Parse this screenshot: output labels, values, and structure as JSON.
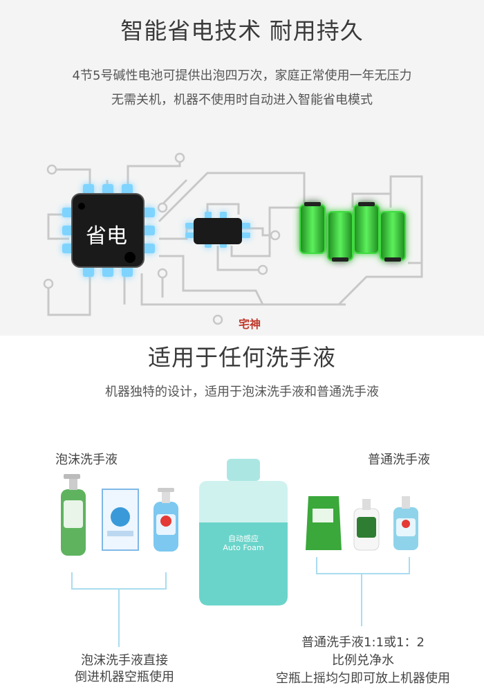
{
  "section1": {
    "title": "智能省电技术  耐用持久",
    "desc_line1": "4节5号碱性电池可提供出泡四万次，家庭正常使用一年无压力",
    "desc_line2": "无需关机，机器不使用时自动进入智能省电模式",
    "chip_label": "省电",
    "logo_text": "宅神"
  },
  "section2": {
    "title": "适用于任何洗手液",
    "desc": "机器独特的设计，适用于泡沫洗手液和普通洗手液",
    "foam_heading": "泡沫洗手液",
    "regular_heading": "普通洗手液",
    "bottle_text_1": "自动感应",
    "bottle_text_2": "Auto Foam",
    "foam_note_line1": "泡沫洗手液直接",
    "foam_note_line2": "倒进机器空瓶使用",
    "regular_note_line1": "普通洗手液1:1或1：2",
    "regular_note_line2": "比例兑净水",
    "regular_note_line3": "空瓶上摇均匀即可放上机器使用"
  },
  "colors": {
    "battery_green": "#3fdc3f",
    "chip_glow": "#7fd4ff",
    "bottle_teal": "#6ed8d0",
    "line_gray": "#c8c8c8",
    "bracket_blue": "#a9dcef"
  }
}
